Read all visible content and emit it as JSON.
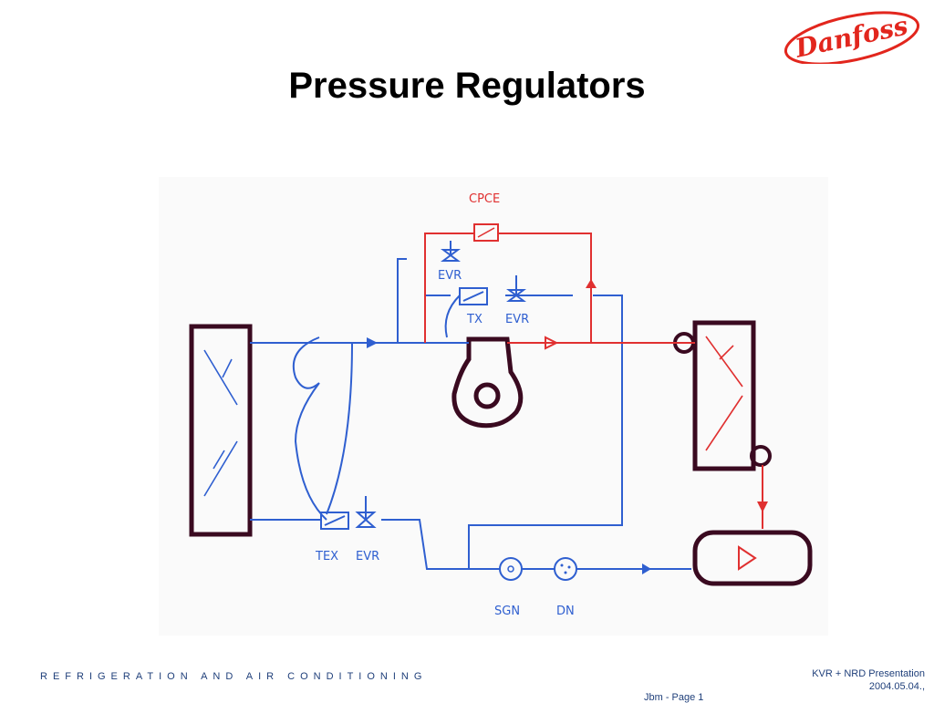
{
  "logo": {
    "text": "Danfoss",
    "color": "#e2261d"
  },
  "title": "Pressure Regulators",
  "diagram": {
    "labels": {
      "cpce": "CPCE",
      "evr_top": "EVR",
      "tx": "TX",
      "evr_mid": "EVR",
      "tex": "TEX",
      "evr_bottom": "EVR",
      "sgn": "SGN",
      "dn": "DN"
    },
    "colors": {
      "suction": "#2f5fd0",
      "discharge": "#e03030",
      "body": "#3a0a20"
    }
  },
  "footer": {
    "left": "REFRIGERATION AND AIR CONDITIONING",
    "right_line1": "KVR + NRD Presentation",
    "right_line2": "2004.05.04.,",
    "page": "Jbm - Page 1"
  }
}
